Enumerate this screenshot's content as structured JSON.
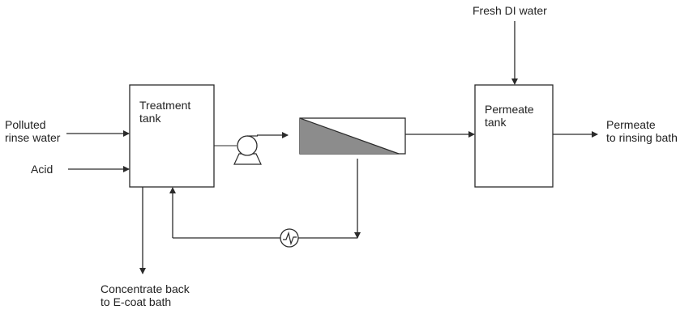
{
  "labels": {
    "fresh_di_water": "Fresh DI water",
    "treatment_tank": [
      "Treatment",
      "tank"
    ],
    "permeate_tank": [
      "Permeate",
      "tank"
    ],
    "polluted_rinse_water": [
      "Polluted",
      "rinse water"
    ],
    "acid": "Acid",
    "permeate_out": [
      "Permeate",
      "to rinsing bath"
    ],
    "concentrate_back": [
      "Concentrate back",
      "to E-coat bath"
    ]
  },
  "colors": {
    "line": "#2b2b2b",
    "membrane_fill": "#8c8c8c"
  },
  "icons": {
    "pump": "pump-icon",
    "heat_exchanger": "heat-exchanger-icon",
    "membrane": "membrane-module-icon"
  }
}
